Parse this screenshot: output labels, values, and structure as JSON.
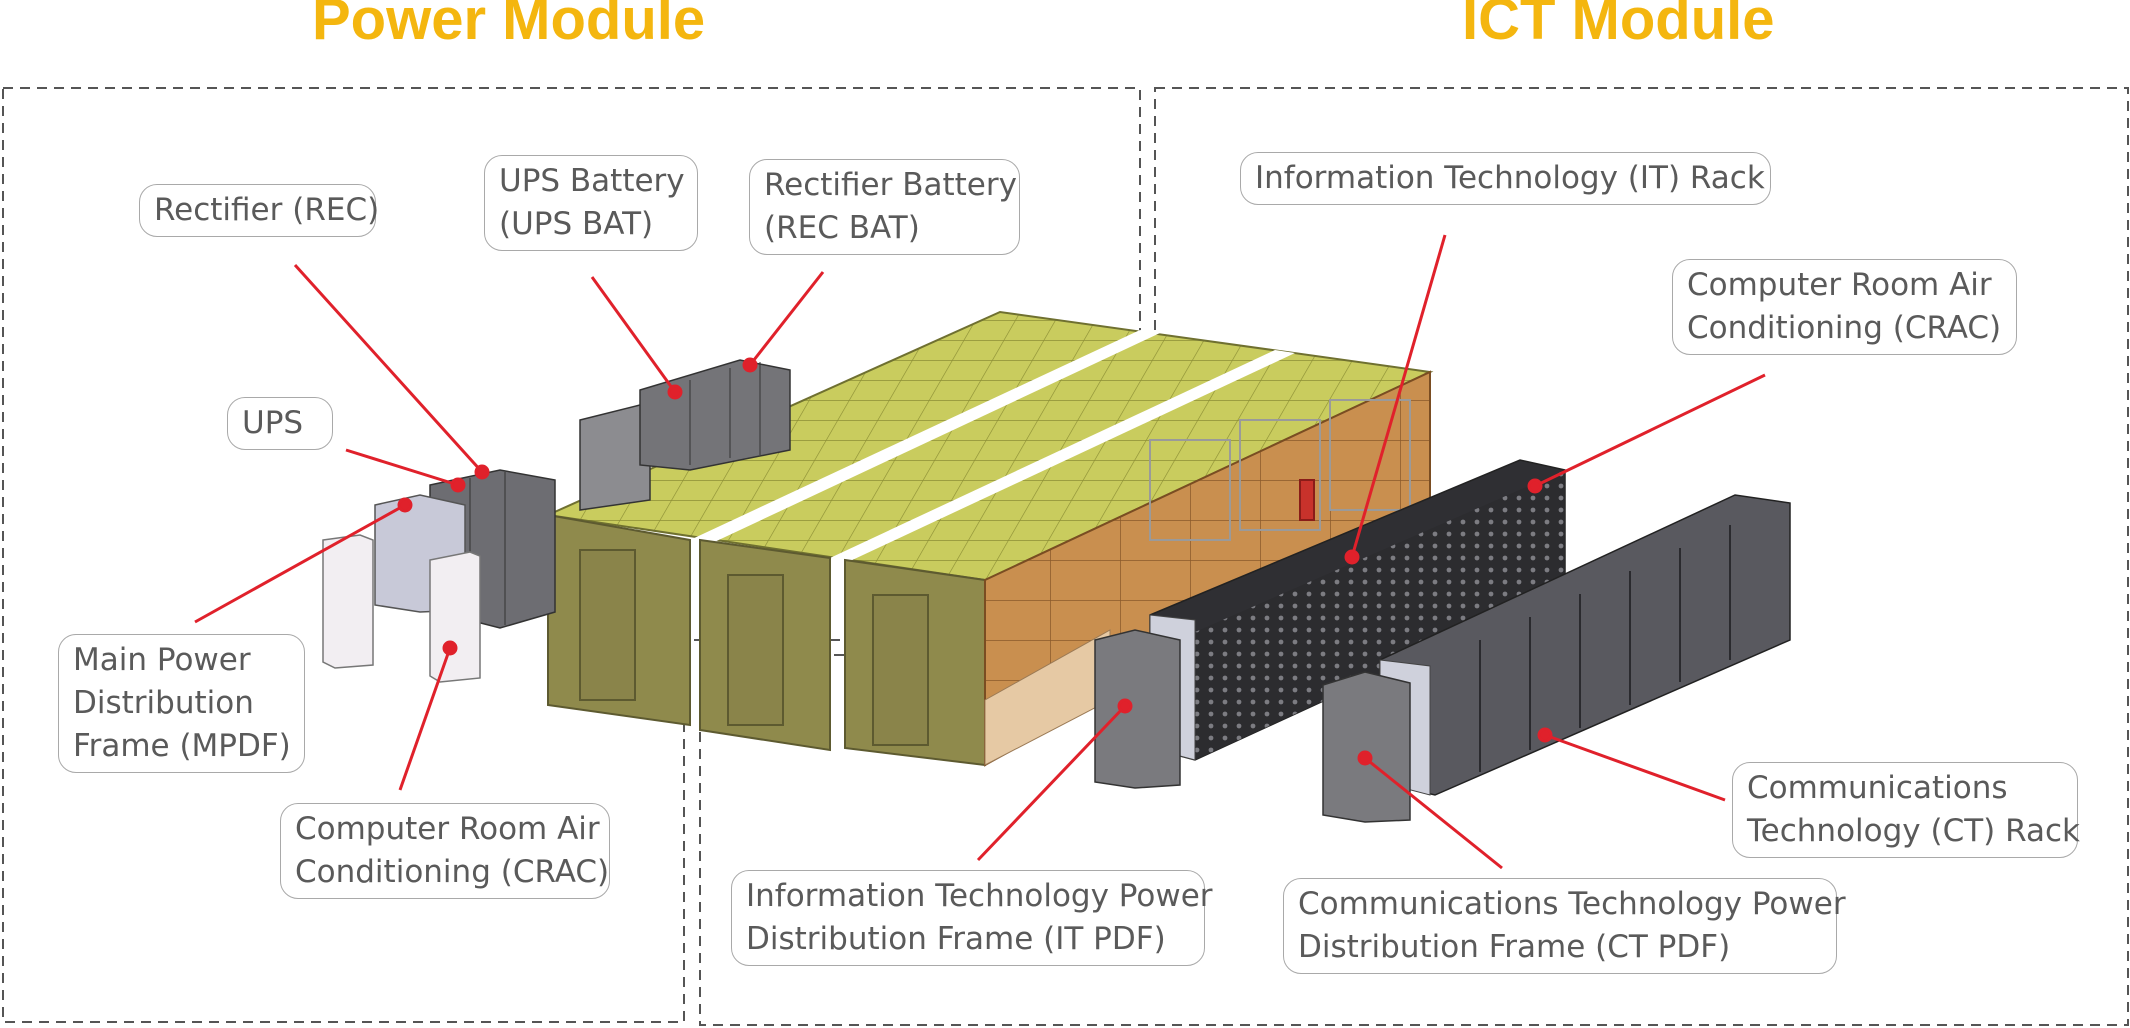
{
  "modules": {
    "power_title": "Power Module",
    "ict_title": "ICT Module"
  },
  "labels": {
    "rectifier": [
      "Rectifier (REC)"
    ],
    "ups_battery": [
      "UPS Battery",
      "(UPS BAT)"
    ],
    "rectifier_battery": [
      "Rectifier Battery",
      "(REC BAT)"
    ],
    "ups": [
      "UPS"
    ],
    "mpdf": [
      "Main Power",
      "Distribution",
      "Frame (MPDF)"
    ],
    "crac_power": [
      "Computer Room Air",
      "Conditioning (CRAC)"
    ],
    "it_rack": [
      "Information Technology (IT) Rack"
    ],
    "crac_ict": [
      "Computer Room Air",
      "Conditioning (CRAC)"
    ],
    "ct_rack": [
      "Communications",
      "Technology (CT) Rack"
    ],
    "it_pdf": [
      "Information Technology Power",
      "Distribution Frame (IT PDF)"
    ],
    "ct_pdf": [
      "Communications Technology Power",
      "Distribution Frame (CT PDF)"
    ]
  },
  "colors": {
    "title": "#f4b60f",
    "leader": "#e0212b",
    "container": "#8f8a4c",
    "roof": "#c9cc5e",
    "floor": "#c98f4f"
  }
}
